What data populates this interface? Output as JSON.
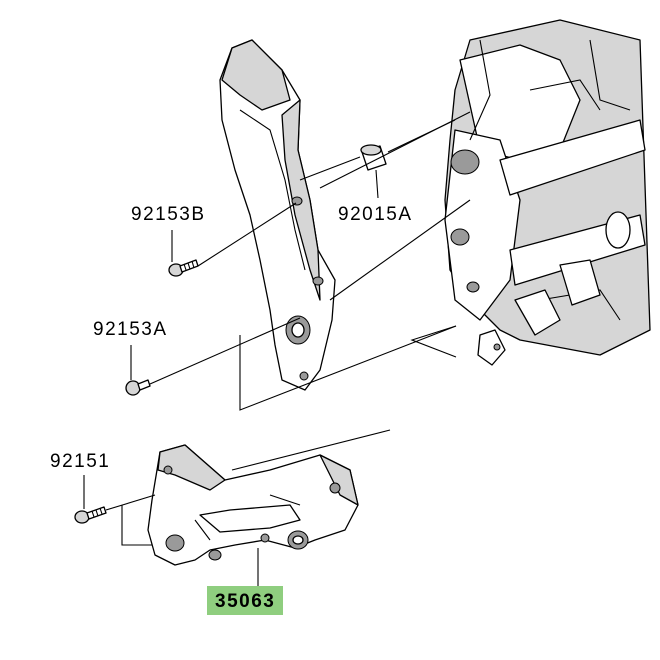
{
  "diagram": {
    "highlight_color": "#8fce7f",
    "parts": [
      {
        "id": "part-92153b",
        "number": "92153B",
        "kind": "bolt"
      },
      {
        "id": "part-92015a",
        "number": "92015A",
        "kind": "spacer"
      },
      {
        "id": "part-92153a",
        "number": "92153A",
        "kind": "bolt"
      },
      {
        "id": "part-92151",
        "number": "92151",
        "kind": "bolt"
      },
      {
        "id": "part-35063",
        "number": "35063",
        "kind": "bracket",
        "highlighted": true
      }
    ]
  }
}
